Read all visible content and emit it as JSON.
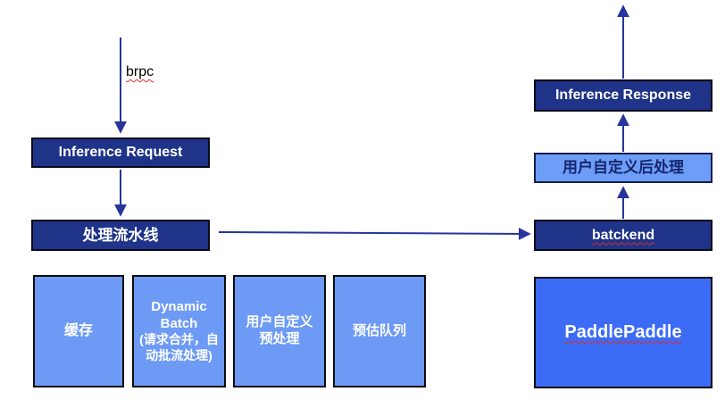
{
  "diagram": {
    "brpc_label": "brpc",
    "nodes": {
      "inference_request": "Inference Request",
      "pipeline": "处理流水线",
      "backend": "batckend",
      "post_process": "用户自定义后处理",
      "inference_response": "Inference Response",
      "cache": "缓存",
      "dynamic_batch_title": "Dynamic Batch",
      "dynamic_batch_sub": "(请求合并，自动批流处理)",
      "preprocess": "用户自定义预处理",
      "predict_queue": "预估队列",
      "engine": "PaddlePaddle"
    },
    "colors": {
      "navy_box": "#1f3388",
      "cornflower_box": "#6d9af5",
      "light_blue_box": "#6d9ef7",
      "royal_box": "#3c6bf5",
      "arrow": "#26359b",
      "spellcheck_underline": "#d93025"
    }
  }
}
